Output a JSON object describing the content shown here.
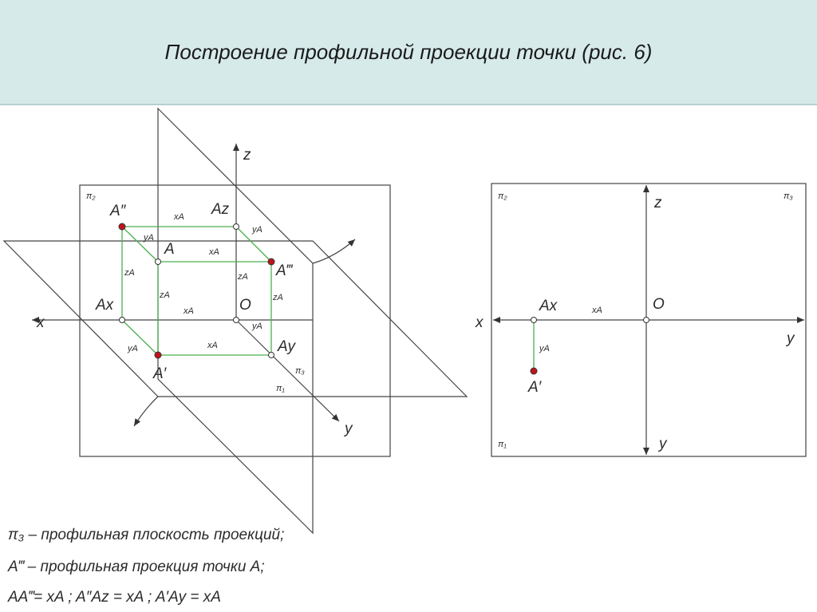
{
  "slide": {
    "title": "Построение профильной проекции точки (рис. 6)"
  },
  "left_figure": {
    "axis_x": "x",
    "axis_y": "y",
    "axis_z": "z",
    "origin": "O",
    "plane_pi2": "π₂",
    "plane_pi3": "π₃",
    "plane_pi1": "π₁",
    "point_A": "A",
    "point_A2": "A″",
    "point_A3": "A‴",
    "point_A1": "A′",
    "point_Ax": "Ax",
    "point_Az": "Az",
    "point_Ay": "Ay",
    "dim_xA": "xA",
    "dim_yA": "yA",
    "dim_zA": "zA"
  },
  "right_figure": {
    "axis_x": "x",
    "axis_y": "y",
    "axis_z": "z",
    "origin": "O",
    "plane_pi2": "π₂",
    "plane_pi3": "π₃",
    "plane_pi1": "π₁",
    "point_Ax": "Ax",
    "point_A1": "A′",
    "dim_xA": "xA",
    "dim_yA": "yA"
  },
  "legend": {
    "line1": "π₃ – профильная плоскость проекций;",
    "line2": "A‴ – профильная проекция точки A;",
    "line3": "AA‴= xA ;  A″Az = xA ;  A′Ay = xA"
  },
  "colors": {
    "header_bg": "#d6eaea",
    "construction": "#4caf50",
    "point_red": "#c0141c",
    "line": "#333333"
  }
}
